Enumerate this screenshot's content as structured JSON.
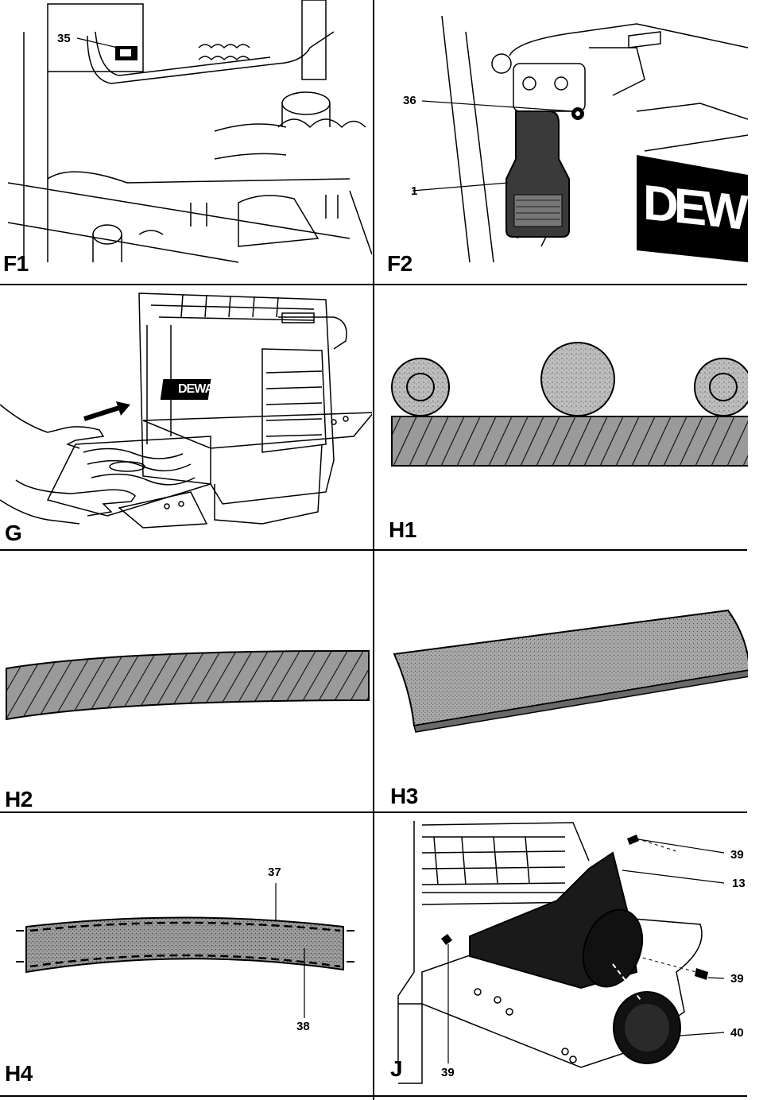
{
  "panels": {
    "f1": {
      "label": "F1",
      "callouts": [
        "35"
      ]
    },
    "f2": {
      "label": "F2",
      "callouts": [
        "36",
        "1"
      ],
      "brand_text": "DEW"
    },
    "g": {
      "label": "G",
      "brand_text": "DEWALT"
    },
    "h1": {
      "label": "H1"
    },
    "h2": {
      "label": "H2"
    },
    "h3": {
      "label": "H3"
    },
    "h4": {
      "label": "H4",
      "callouts": [
        "37",
        "38"
      ]
    },
    "j": {
      "label": "J",
      "callouts": [
        "39",
        "13",
        "39",
        "40",
        "39"
      ]
    }
  },
  "colors": {
    "line": "#000000",
    "dark_fill": "#1a1a1a",
    "hatch_fill": "#8a8a8a",
    "light_fill": "#bdbdbd"
  }
}
